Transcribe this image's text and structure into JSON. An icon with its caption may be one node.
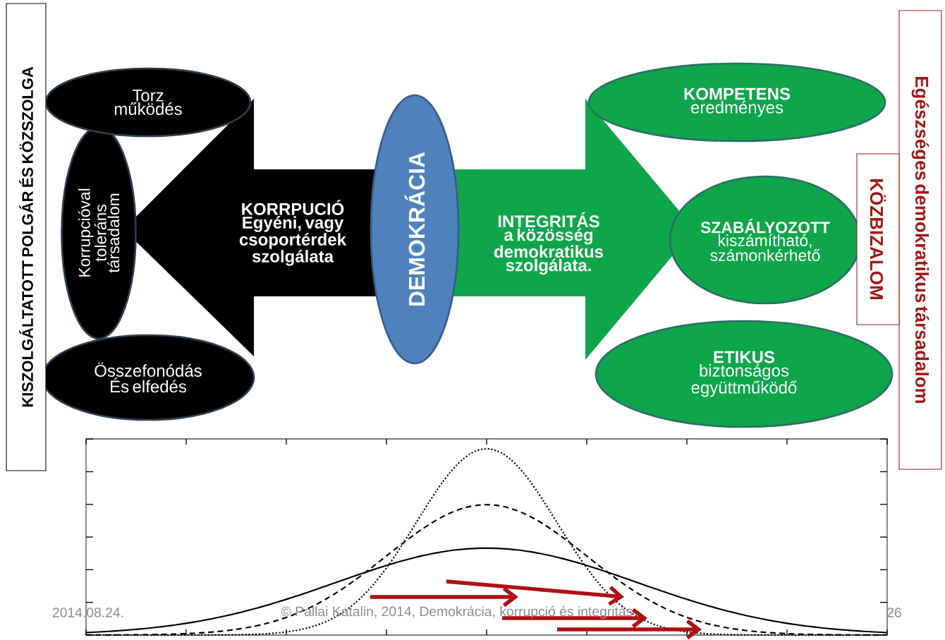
{
  "diagram": {
    "nodes": [
      {
        "text": [
          "KISZOLGÁLTATOTT POLGÁR ÉS KÖZSZOLGA"
        ]
      },
      {
        "text": [
          "Torz működés"
        ]
      },
      {
        "text": [
          "Korrupcióval toleráns társadalom"
        ]
      },
      {
        "text": [
          "Összefonódás És elfedés"
        ]
      },
      {
        "text": [
          "KORRPUCIÓ",
          "Egyéni, vagy csoportérdek szolgálata"
        ]
      },
      {
        "text": [
          "DEMOKRÁCIA"
        ]
      },
      {
        "text": [
          "INTEGRITÁS",
          "a közösség demokratikus szolgálata."
        ]
      },
      {
        "text": [
          "KOMPETENS",
          "eredményes"
        ]
      },
      {
        "text": [
          "SZABÁLYOZOTT",
          "kiszámítható, számonkérhető"
        ]
      },
      {
        "text": [
          "ETIKUS",
          "biztonságos együttműködő"
        ]
      },
      {
        "text": [
          "Egészséges demokratikus társadalom"
        ]
      },
      {
        "text": [
          "KÖZBIZALOM"
        ]
      }
    ],
    "labels": [
      "2014.08.24.",
      "© Pallai Katalin, 2014, Demokrácia, korrupció és integritás",
      "26"
    ]
  }
}
